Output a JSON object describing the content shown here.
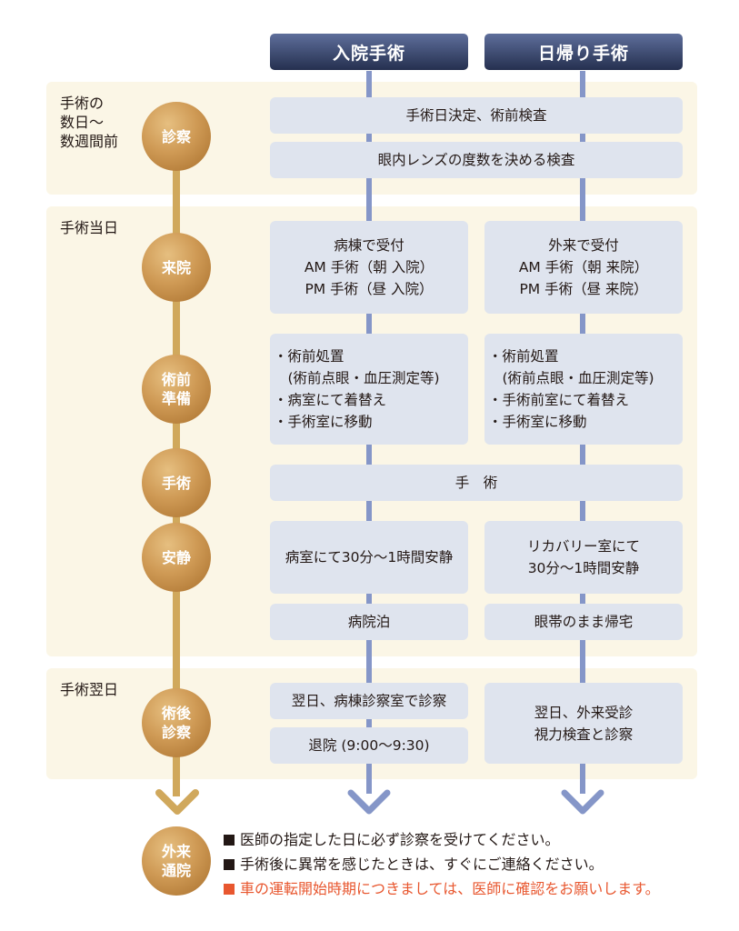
{
  "columns": {
    "inpatient": "入院手術",
    "daysurgery": "日帰り手術"
  },
  "phases": {
    "before": "手術の\n数日〜\n数週間前",
    "day": "手術当日",
    "next": "手術翌日"
  },
  "steps": {
    "exam": "診察",
    "arrival": "来院",
    "prep": "術前\n準備",
    "surgery": "手術",
    "rest": "安静",
    "postop": "術後\n診察",
    "outpatient": "外来\n通院"
  },
  "boxes": {
    "decide": "手術日決定、術前検査",
    "lens": "眼内レンズの度数を決める検査",
    "arrival_in": "病棟で受付\nAM 手術（朝 入院）\nPM 手術（昼 入院）",
    "arrival_day": "外来で受付\nAM 手術（朝 来院）\nPM 手術（昼 来院）",
    "prep_in": "・術前処置\n　(術前点眼・血圧測定等)\n・病室にて着替え\n・手術室に移動",
    "prep_day": "・術前処置\n　(術前点眼・血圧測定等)\n・手術前室にて着替え\n・手術室に移動",
    "surgery": "手　術",
    "rest_in": "病室にて30分〜1時間安静",
    "rest_day": "リカバリー室にて\n30分〜1時間安静",
    "stay_in": "病院泊",
    "stay_day": "眼帯のまま帰宅",
    "next_exam_in": "翌日、病棟診察室で診察",
    "discharge": "退院 (9:00〜9:30)",
    "next_exam_day": "翌日、外来受診\n視力検査と診察"
  },
  "notes": [
    "医師の指定した日に必ず診察を受けてください。",
    "手術後に異常を感じたときは、すぐにご連絡ください。",
    "車の運転開始時期につきましては、医師に確認をお願いします。"
  ],
  "colors": {
    "header": "#25304f",
    "box": "#dfe4ee",
    "band": "#fbf6e6",
    "line_blue": "#8596c8",
    "line_gold": "#d0a85c",
    "circle": "#cf9a55",
    "alert": "#e8572f"
  }
}
